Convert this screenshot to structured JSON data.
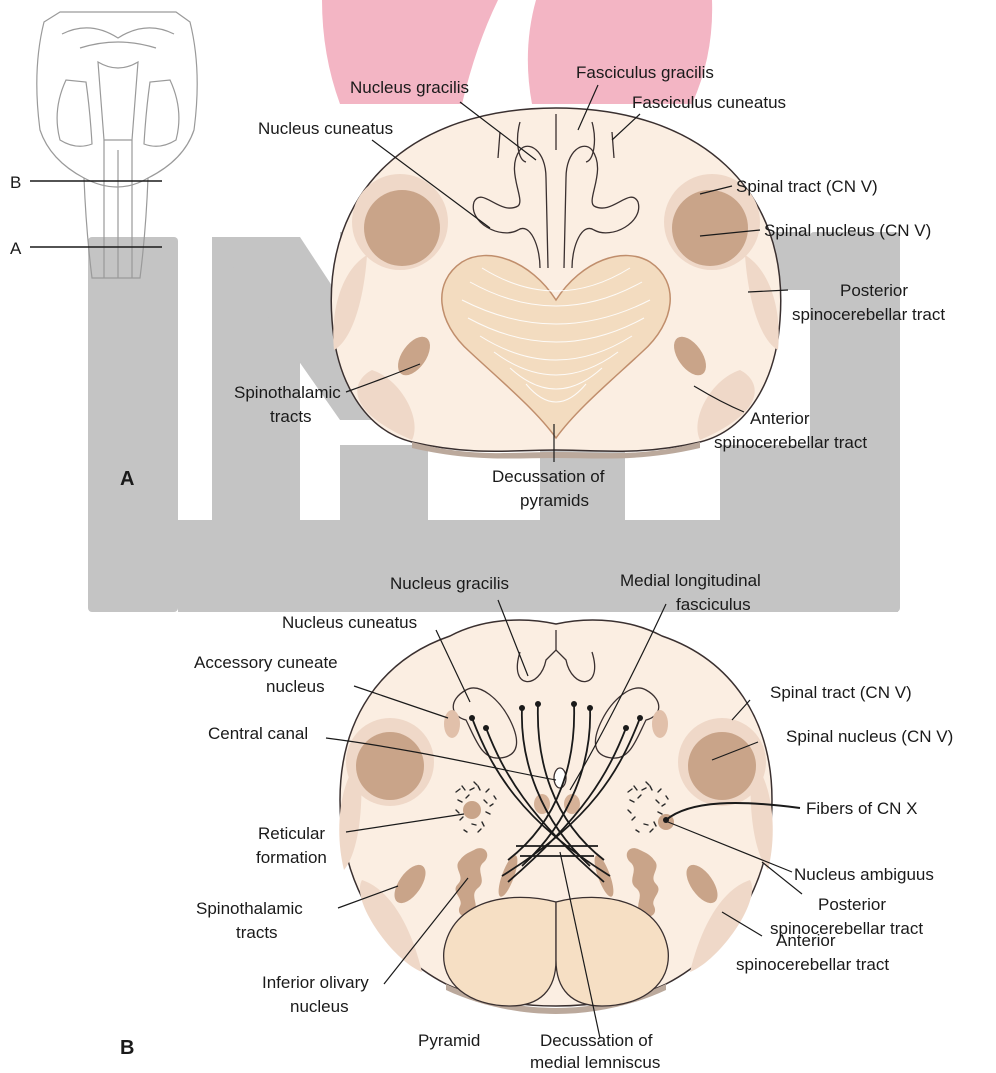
{
  "panels": {
    "a": {
      "letter": "A"
    },
    "b": {
      "letter": "B"
    }
  },
  "inset": {
    "level_b": "B",
    "level_a": "A"
  },
  "section_a": {
    "nucleus_gracilis": "Nucleus gracilis",
    "fasciculus_gracilis": "Fasciculus gracilis",
    "fasciculus_cuneatus": "Fasciculus cuneatus",
    "nucleus_cuneatus": "Nucleus cuneatus",
    "spinal_tract": "Spinal tract (CN V)",
    "spinal_nucleus": "Spinal nucleus (CN V)",
    "posterior_spinocerebellar": [
      "Posterior",
      "spinocerebellar tract"
    ],
    "spinothalamic": [
      "Spinothalamic",
      "tracts"
    ],
    "anterior_spinocerebellar": [
      "Anterior",
      "spinocerebellar tract"
    ],
    "decussation_pyramids": [
      "Decussation of",
      "pyramids"
    ]
  },
  "section_b": {
    "nucleus_gracilis": "Nucleus gracilis",
    "mlf": [
      "Medial longitudinal",
      "fasciculus"
    ],
    "nucleus_cuneatus": "Nucleus cuneatus",
    "accessory_cuneate": [
      "Accessory cuneate",
      "nucleus"
    ],
    "spinal_tract": "Spinal tract (CN V)",
    "central_canal": "Central canal",
    "spinal_nucleus": "Spinal nucleus (CN V)",
    "fibers_cn_x": "Fibers of CN X",
    "reticular_formation": [
      "Reticular",
      "formation"
    ],
    "nucleus_ambiguus": "Nucleus ambiguus",
    "posterior_spinocerebellar": [
      "Posterior",
      "spinocerebellar tract"
    ],
    "spinothalamic": [
      "Spinothalamic",
      "tracts"
    ],
    "anterior_spinocerebellar": [
      "Anterior",
      "spinocerebellar tract"
    ],
    "inferior_olivary": [
      "Inferior olivary",
      "nucleus"
    ],
    "pyramid": "Pyramid",
    "decussation_ml": [
      "Decussation of",
      "medial lemniscus"
    ]
  },
  "colors": {
    "tissue": "#fbeee2",
    "nucleus": "#c9a489",
    "tract_light": "#efd8c8",
    "pyramid_fill": "#f6dfc4",
    "decussation_fill": "#f3dcc0",
    "outline": "#3a3030",
    "watermark": "#c4c4c4",
    "pink": "#f3b5c4"
  }
}
